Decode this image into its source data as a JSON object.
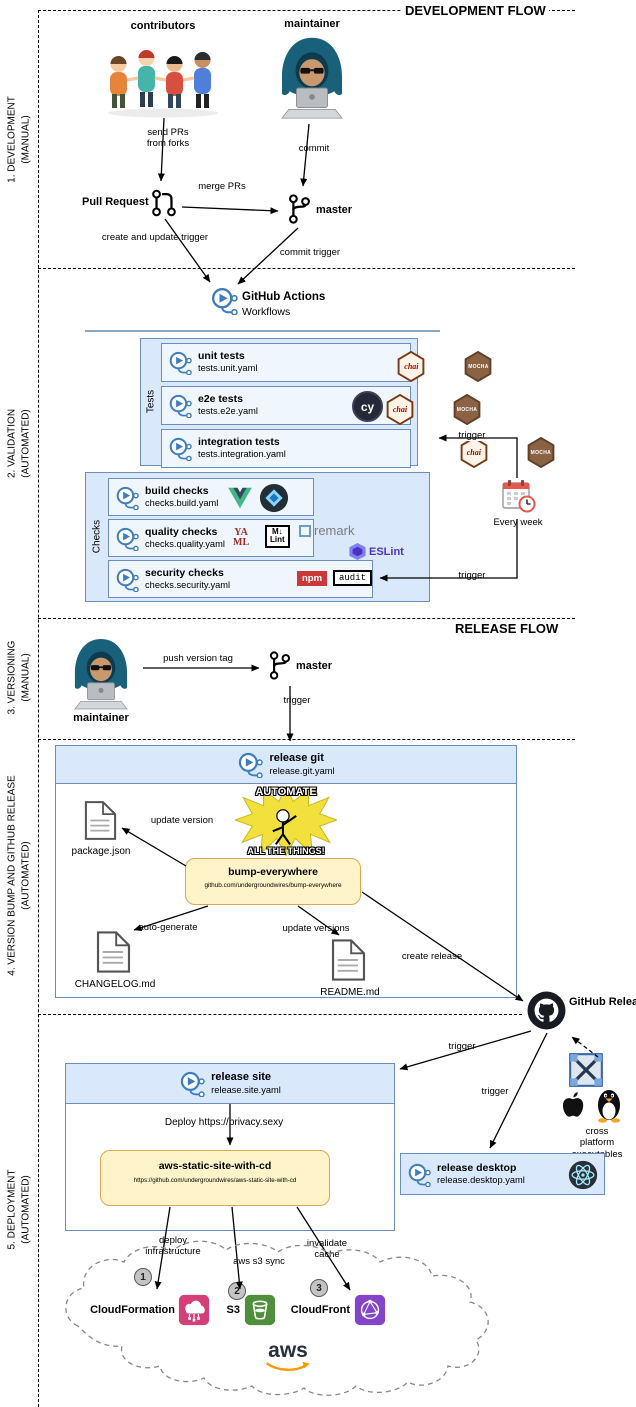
{
  "flows": {
    "development": "DEVELOPMENT FLOW",
    "release": "RELEASE FLOW"
  },
  "stages": [
    {
      "name": "1. DEVELOPMENT",
      "mode": "(MANUAL)"
    },
    {
      "name": "2. VALIDATION",
      "mode": "(AUTOMATED)"
    },
    {
      "name": "3. VERSIONING",
      "mode": "(MANUAL)"
    },
    {
      "name": "4. VERSION BUMP AND GITHUB RELEASE",
      "mode": "(AUTOMATED)"
    },
    {
      "name": "5. DEPLOYMENT",
      "mode": "(AUTOMATED)"
    }
  ],
  "common": {
    "trigger": "trigger"
  },
  "development": {
    "contributors": "contributors",
    "maintainer": "maintainer",
    "pull_request": "Pull Request",
    "master": "master",
    "edges": {
      "send_prs": "send PRs\nfrom forks",
      "commit": "commit",
      "merge_prs": "merge PRs",
      "create_update_trigger": "create and update trigger",
      "commit_trigger": "commit trigger"
    }
  },
  "validation": {
    "header": {
      "title": "GitHub Actions",
      "subtitle": "Workflows"
    },
    "tests": {
      "group": "Tests",
      "rows": [
        {
          "title": "unit tests",
          "file": "tests.unit.yaml"
        },
        {
          "title": "e2e tests",
          "file": "tests.e2e.yaml"
        },
        {
          "title": "integration tests",
          "file": "tests.integration.yaml"
        }
      ]
    },
    "checks": {
      "group": "Checks",
      "rows": [
        {
          "title": "build checks",
          "file": "checks.build.yaml"
        },
        {
          "title": "quality checks",
          "file": "checks.quality.yaml"
        },
        {
          "title": "security checks",
          "file": "checks.security.yaml"
        }
      ]
    },
    "schedule": {
      "label": "Every week"
    }
  },
  "versioning": {
    "maintainer": "maintainer",
    "master": "master",
    "push_version_tag": "push version tag"
  },
  "version_bump": {
    "workflow": {
      "title": "release git",
      "file": "release.git.yaml"
    },
    "meme": {
      "top": "AUTOMATE",
      "bottom": "ALL THE THINGS!"
    },
    "bump": {
      "title": "bump-everywhere",
      "subtitle": "github.com/undergroundwires/bump-everywhere"
    },
    "artifacts": {
      "package_json": "package.json",
      "changelog": "CHANGELOG.md",
      "readme": "README.md"
    },
    "edges": {
      "update_version": "update version",
      "auto_generate": "auto-generate",
      "update_versions": "update versions",
      "create_release": "create release"
    }
  },
  "release": {
    "github_release": "GitHub\nRelease",
    "site": {
      "workflow": {
        "title": "release site",
        "file": "release.site.yaml"
      },
      "deploy": "Deploy https://privacy.sexy",
      "aws_cd": {
        "title": "aws-static-site-with-cd",
        "subtitle": "https://github.com/undergroundwires/aws-static-site-with-cd"
      }
    },
    "desktop": {
      "workflow": {
        "title": "release desktop",
        "file": "release.desktop.yaml"
      },
      "executables": "cross platform\nexecutables"
    },
    "deployment": {
      "steps": [
        {
          "num": "1",
          "edge": "deploy\ninfrastructure",
          "service": "CloudFormation"
        },
        {
          "num": "2",
          "edge": "aws s3 sync",
          "service": "S3"
        },
        {
          "num": "3",
          "edge": "invalidate\ncache",
          "service": "CloudFront"
        }
      ],
      "aws_logo": "aws"
    }
  },
  "logos": {
    "chai": "chai",
    "mocha": "MOCHA",
    "cypress": "cy",
    "yaml": "YA\nML",
    "mdlint_m": "M↓",
    "mdlint_lint": "Lint",
    "remark": "remark",
    "eslint": "ESLint",
    "npm": "npm",
    "audit": "audit"
  },
  "colors": {
    "box_blue_fill": "#dae8fc",
    "box_blue_border": "#6c8ebf",
    "box_yellow_fill": "#fff3c9",
    "box_yellow_border": "#d8a94f",
    "actions_blue": "#3e7dbd",
    "npm_red": "#cb3837",
    "eslint_purple": "#4b32c3",
    "vue_green": "#41b883",
    "cloudformation_pink": "#d43f78",
    "s3_green": "#4f8f3a",
    "cloudfront_purple": "#8344c8",
    "aws_orange": "#ff9900"
  }
}
